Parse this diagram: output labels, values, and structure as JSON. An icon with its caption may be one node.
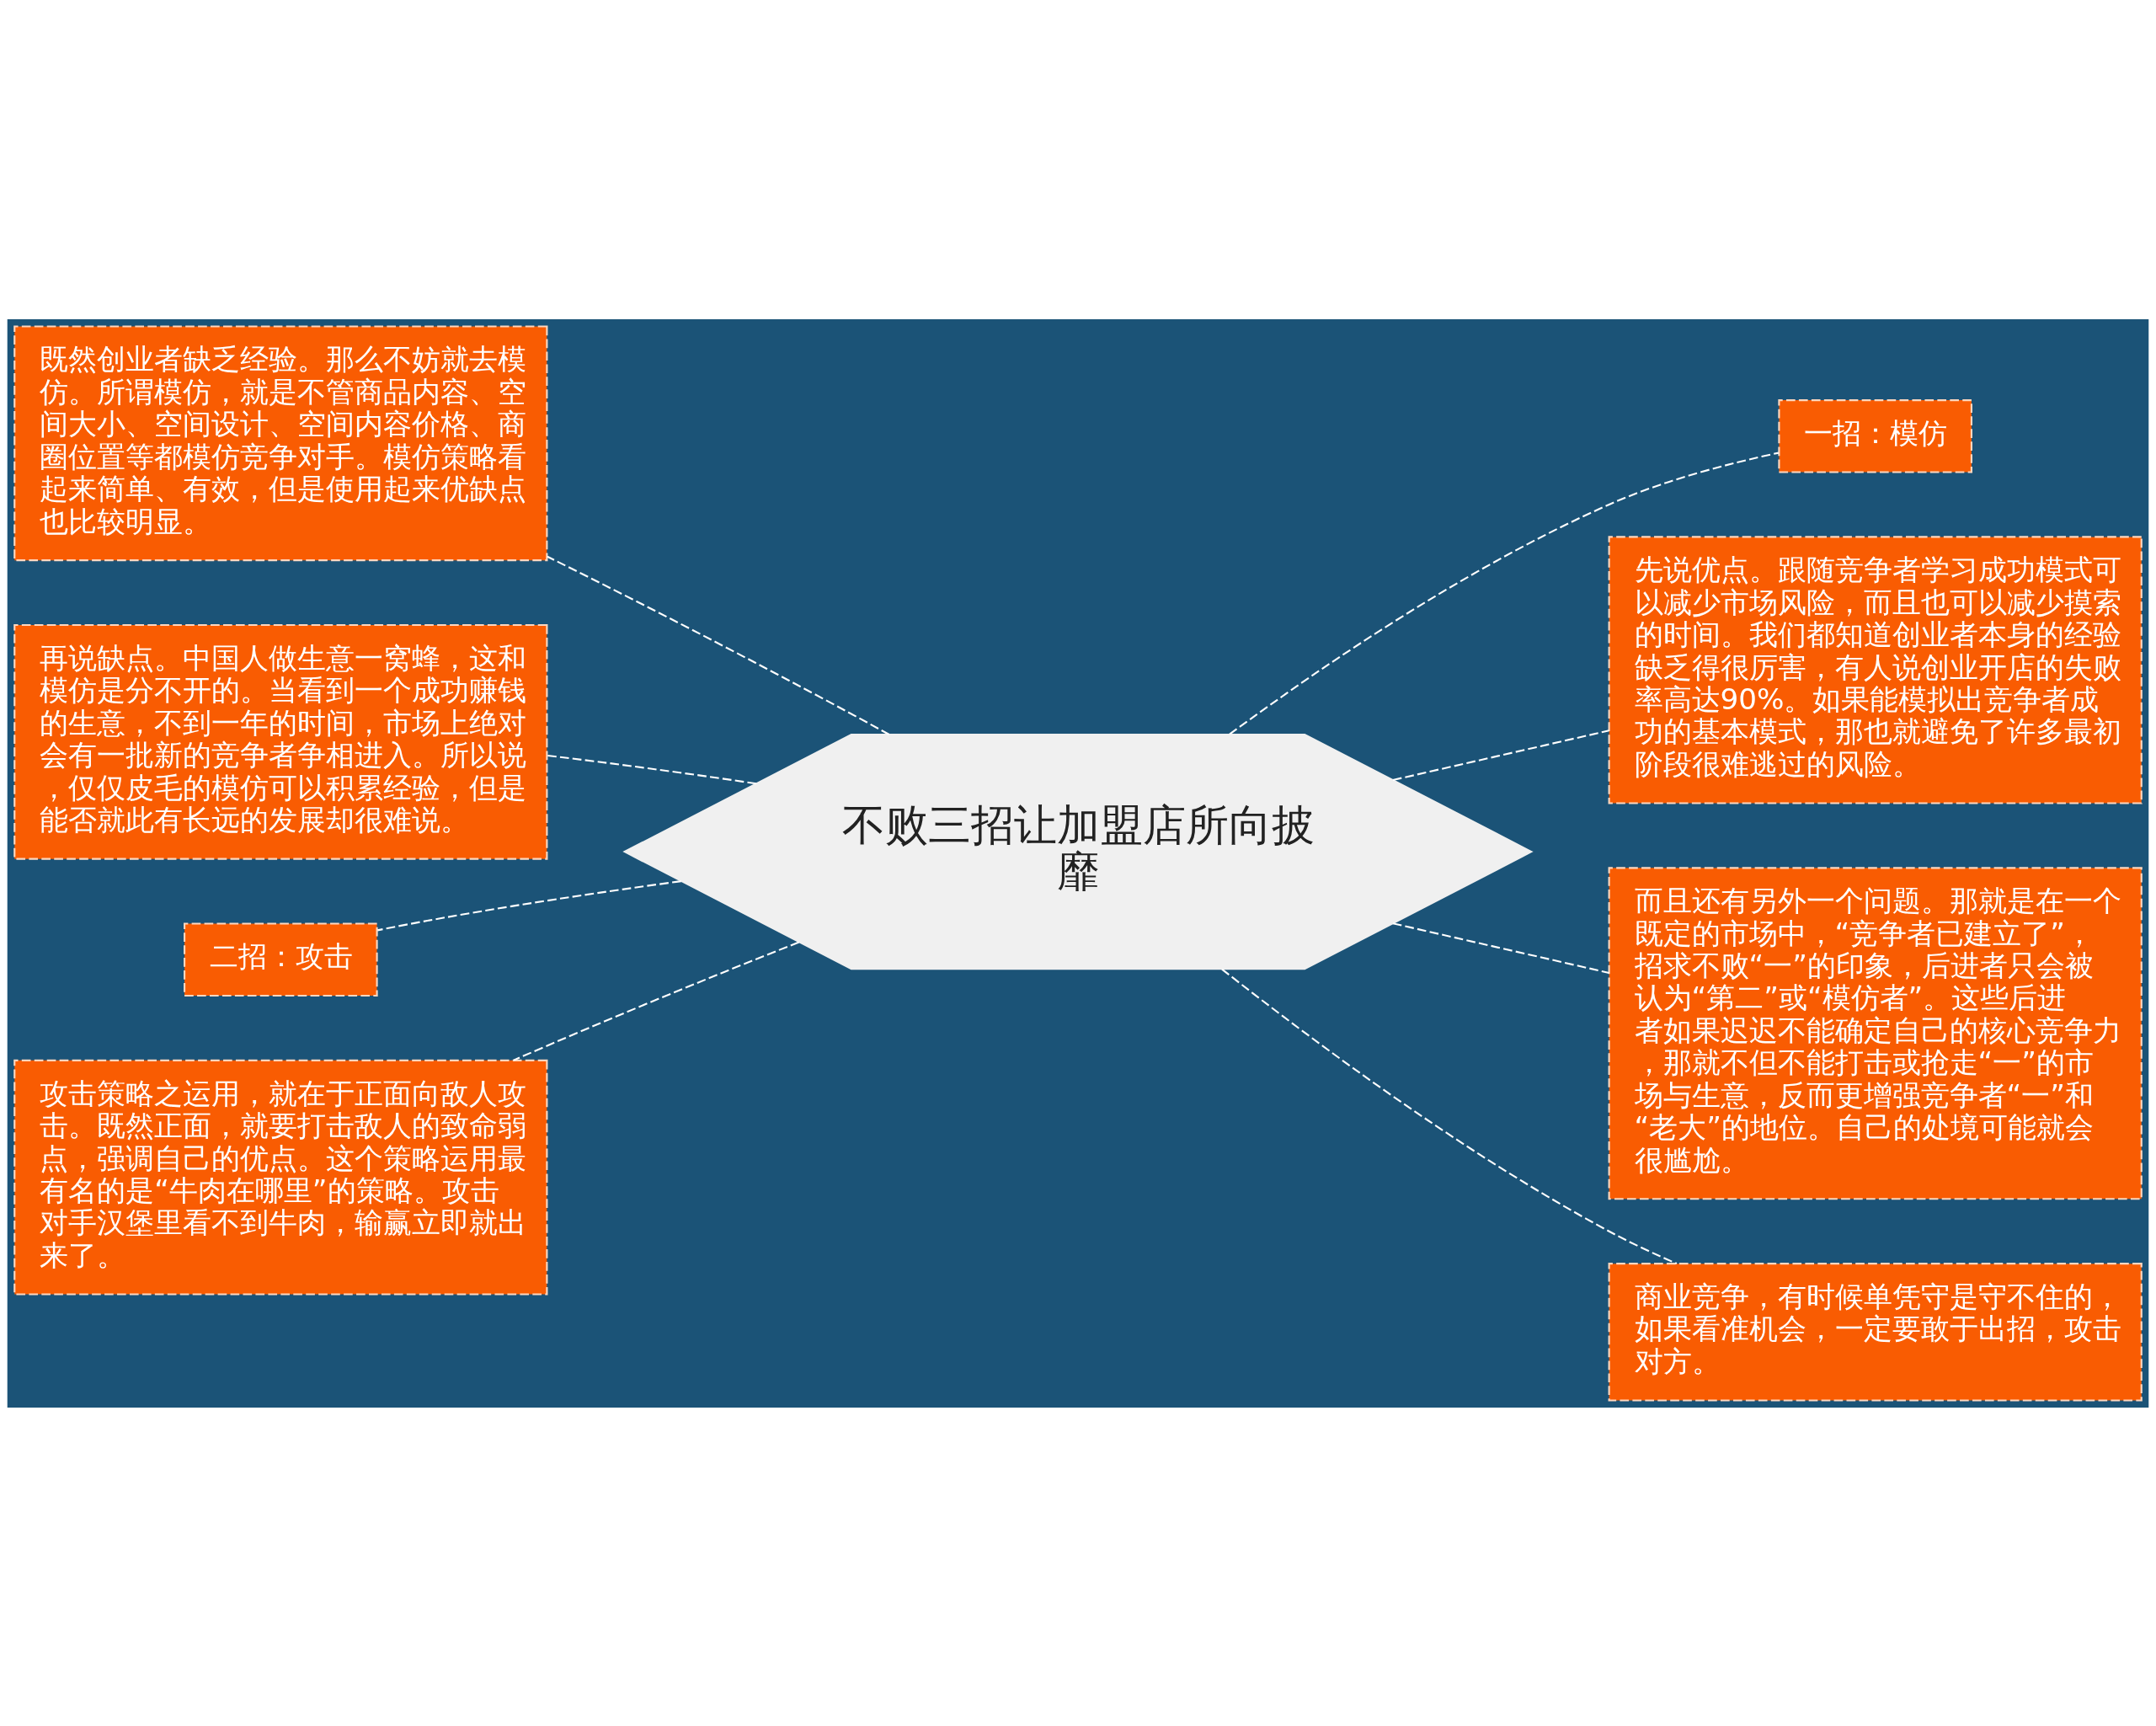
{
  "diagram": {
    "nodes": [
      {
        "text": [
          "不败三招让加盟店所向披靡"
        ]
      },
      {
        "text": [
          "既然创业者缺乏经验。那么不妨就去模仿。所谓模仿，就是不管商品内容、空间大小、空间设计、空间内容价格、商圈位置等都模仿竞争对手。模仿策略看起来简单、有效，但是使用起来优缺点也比较明显。"
        ]
      },
      {
        "text": [
          "再说缺点。中国人做生意一窝蜂，这和模仿是分不开的。当看到一个成功赚钱的生意，不到一年的时间，市场上绝对会有一批新的竞争者争相进入。所以说，仅仅皮毛的模仿可以积累经验，但是能否就此有长远的发展却很难说。"
        ]
      },
      {
        "text": [
          "二招：攻击"
        ]
      },
      {
        "text": [
          "攻击策略之运用，就在于正面向敌人攻击。既然正面，就要打击敌人的致命弱点，强调自己的优点。这个策略运用最有名的是“牛肉在哪里”的策略。攻击对手汉堡里看不到牛肉，输赢立即就出来了。"
        ]
      },
      {
        "text": [
          "一招：模仿"
        ]
      },
      {
        "text": [
          "先说优点。跟随竞争者学习成功模式可以减少市场风险，而且也可以减少摸索的时间。我们都知道创业者本身的经验缺乏得很厉害，有人说创业开店的失败率高达90%。如果能模拟出竞争者成功的基本模式，那也就避免了许多最初阶段很难逃过的风险。"
        ]
      },
      {
        "text": [
          "而且还有另外一个问题。那就是在一个既定的市场中，“竞争者已建立了”，招求不败“一”的印象，后进者只会被认为“第二”或“模仿者”。这些后进者如果迟迟不能确定自己的核心竞争力，那就不但不能打击或抢走“一”的市场与生意，反而更增强竞争者“一”和“老大”的地位。自己的处境可能就会很尴尬。"
        ]
      },
      {
        "text": [
          "商业竞争，有时候单凭守是守不住的，如果看准机会，一定要敢于出招，攻击对方。"
        ]
      }
    ],
    "edges": [
      {
        "from": 0,
        "to": 1,
        "arrow": "none",
        "style": "dashed"
      },
      {
        "from": 0,
        "to": 2,
        "arrow": "none",
        "style": "dashed"
      },
      {
        "from": 0,
        "to": 3,
        "arrow": "none",
        "style": "dashed"
      },
      {
        "from": 0,
        "to": 4,
        "arrow": "none",
        "style": "dashed"
      },
      {
        "from": 0,
        "to": 5,
        "arrow": "none",
        "style": "dashed"
      },
      {
        "from": 0,
        "to": 6,
        "arrow": "none",
        "style": "dashed"
      },
      {
        "from": 0,
        "to": 7,
        "arrow": "none",
        "style": "dashed"
      },
      {
        "from": 0,
        "to": 8,
        "arrow": "none",
        "style": "dashed"
      }
    ]
  }
}
